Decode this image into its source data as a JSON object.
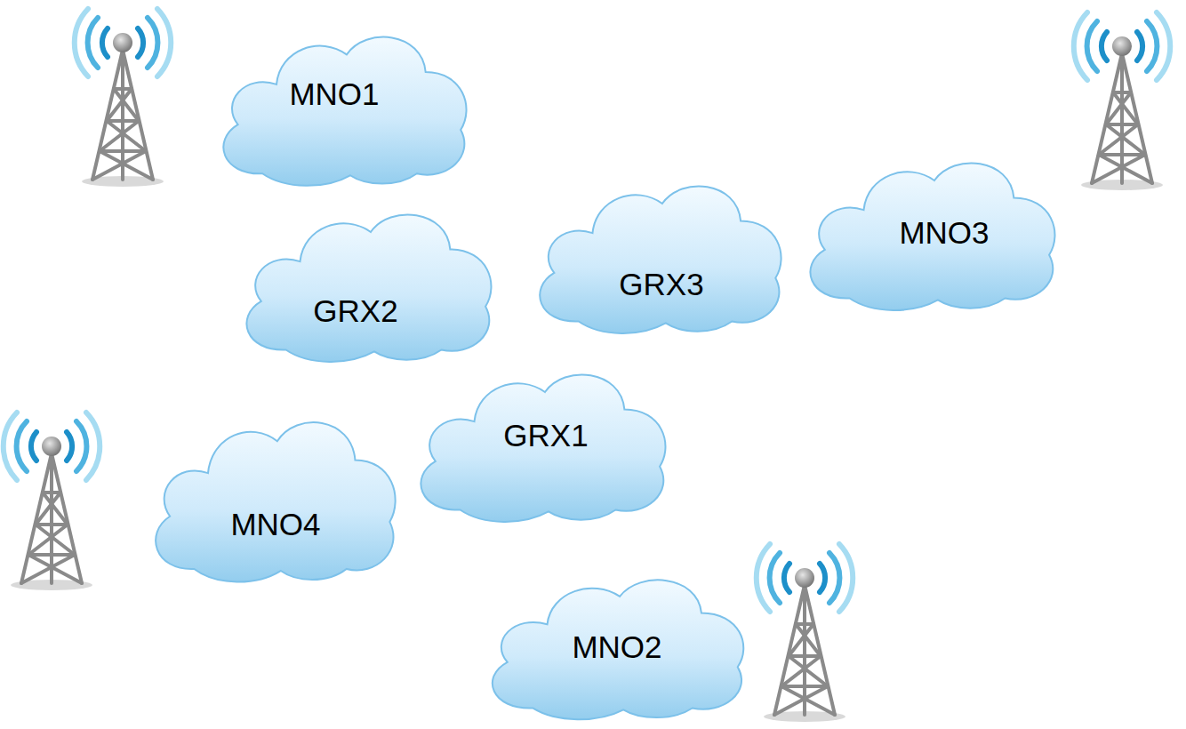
{
  "diagram": {
    "nodes": [
      {
        "text": [
          "MNO1"
        ]
      },
      {
        "text": [
          "MNO3"
        ]
      },
      {
        "text": [
          "GRX3"
        ]
      },
      {
        "text": [
          "GRX2"
        ]
      },
      {
        "text": [
          "GRX1"
        ]
      },
      {
        "text": [
          "MNO4"
        ]
      },
      {
        "text": [
          "MNO2"
        ]
      }
    ]
  }
}
